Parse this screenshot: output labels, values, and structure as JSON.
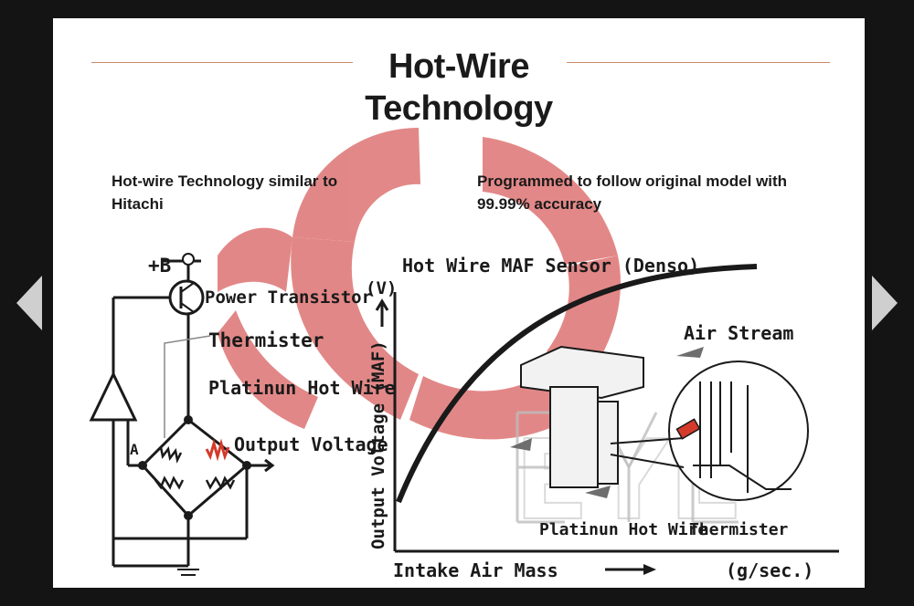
{
  "slide": {
    "title_line1": "Hot-Wire",
    "title_line2": "Technology",
    "caption_left": "Hot-wire Technology similar to Hitachi",
    "caption_right": "Programmed to follow original model with 99.99% accuracy",
    "watermark_text": "EYE"
  },
  "diagram": {
    "chart_title": "Hot Wire MAF Sensor (Denso)",
    "label_supply": "+B",
    "label_power_transistor": "Power Transistor",
    "label_thermister": "Thermister",
    "label_platinum_wire": "Platinun Hot Wire",
    "label_output_voltage": "Output Voltage",
    "label_node_a": "A",
    "y_unit": "(V)",
    "y_axis_label": "Output Voltage (MAF)",
    "x_axis_label": "Intake Air Mass",
    "x_unit": "(g/sec.)",
    "label_air_stream": "Air Stream",
    "label_sensor_wire": "Platinun Hot Wire",
    "label_sensor_thermister": "Thermister"
  },
  "colors": {
    "background": "#141414",
    "slide": "#ffffff",
    "accent_rule": "#c98a6a",
    "watermark": "#d85a5a",
    "hot_wire": "#d33a2a"
  },
  "icons": {
    "prev": "chevron-left-icon",
    "next": "chevron-right-icon"
  }
}
